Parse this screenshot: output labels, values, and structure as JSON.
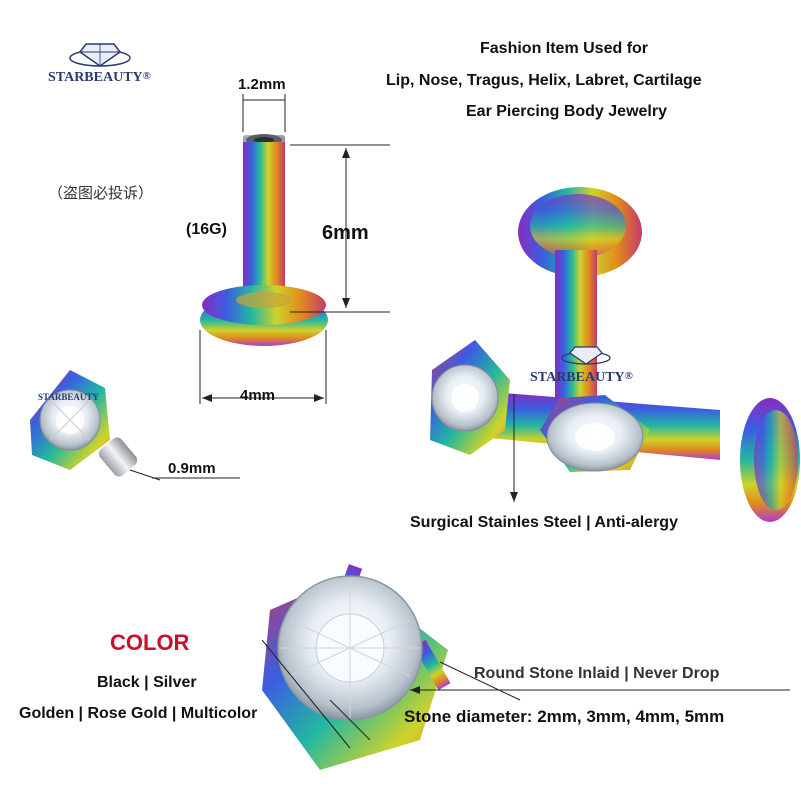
{
  "brand": {
    "name": "STARBEAUTY",
    "mark": "®",
    "notice": "（盗图必投诉）"
  },
  "header": {
    "line1": "Fashion Item Used for",
    "line2": "Lip, Nose, Tragus, Helix, Labret, Cartilage",
    "line3": "Ear Piercing Body Jewelry"
  },
  "dimensions": {
    "thread": "1.2mm",
    "gauge": "(16G)",
    "length": "6mm",
    "disc": "4mm",
    "top_pin": "0.9mm"
  },
  "material": "Surgical Stainles Steel | Anti-alergy",
  "color_block": {
    "heading": "COLOR",
    "line1": "Black | Silver",
    "line2": "Golden | Rose Gold | Multicolor",
    "heading_color": "#c8102e"
  },
  "stone": {
    "feature": "Round Stone Inlaid | Never Drop",
    "diameters": "Stone diameter: 2mm, 3mm, 4mm, 5mm"
  },
  "colors": {
    "rainbow": [
      "#b03ad0",
      "#3a5ee0",
      "#23b8a0",
      "#cfd22a",
      "#e08a1e",
      "#c43b6a"
    ],
    "text": "#111111",
    "logo": "#2a3a6e"
  },
  "icons": [
    "diamond-logo-icon",
    "gem-stone-icon",
    "prong-setting-icon"
  ]
}
